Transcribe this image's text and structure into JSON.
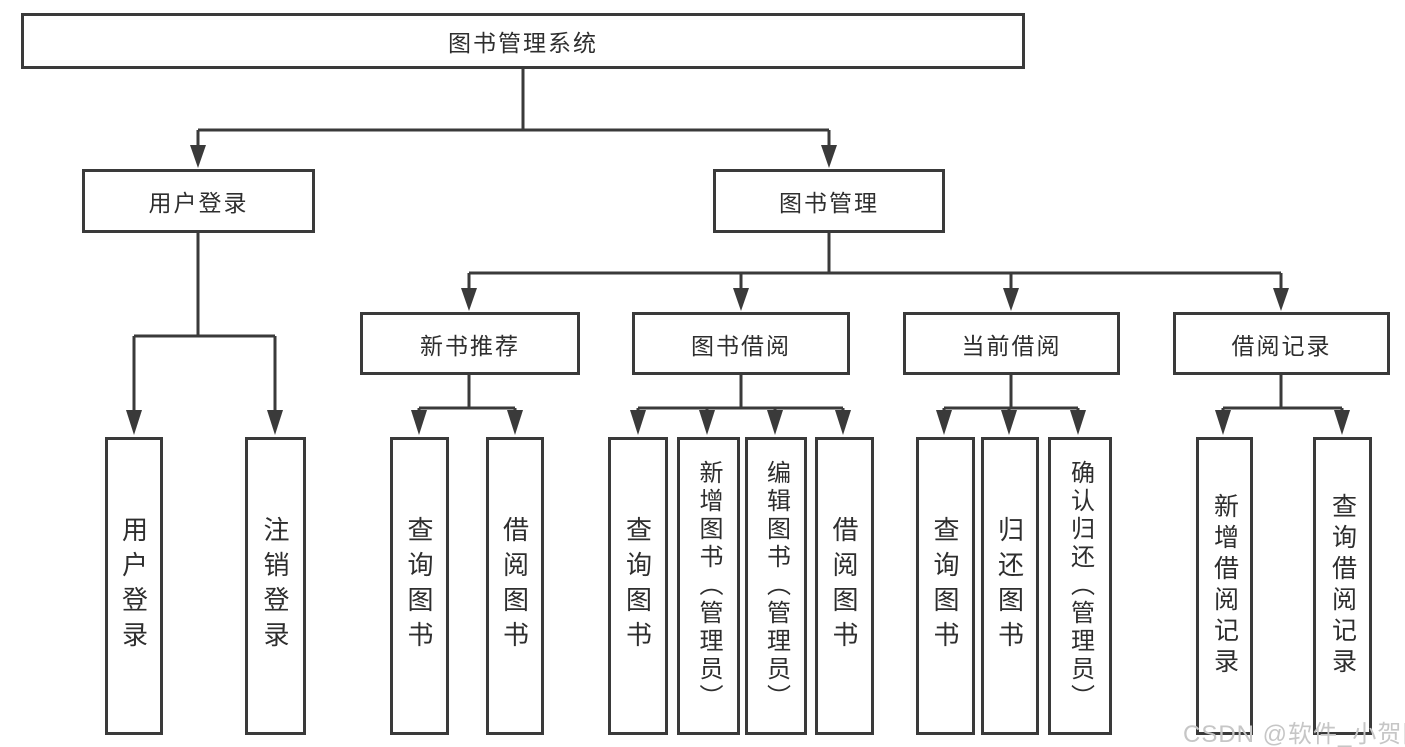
{
  "diagram": {
    "root": "图书管理系统",
    "level2": [
      "用户登录",
      "图书管理"
    ],
    "level3": [
      "新书推荐",
      "图书借阅",
      "当前借阅",
      "借阅记录"
    ],
    "leaves": {
      "user_login": [
        "用户登录",
        "注销登录"
      ],
      "new_books": [
        "查询图书",
        "借阅图书"
      ],
      "book_borrow": [
        "查询图书",
        "新增图书（管理员）",
        "编辑图书（管理员）",
        "借阅图书"
      ],
      "current_borrow": [
        "查询图书",
        "归还图书",
        "确认归还（管理员）"
      ],
      "borrow_records": [
        "新增借阅记录",
        "查询借阅记录"
      ]
    }
  },
  "watermark": "CSDN @软件_小贺同学",
  "colors": {
    "line": "#3a3a3a",
    "text": "#2e2e2e",
    "watermark": "#c6c6c6",
    "background": "#ffffff"
  }
}
